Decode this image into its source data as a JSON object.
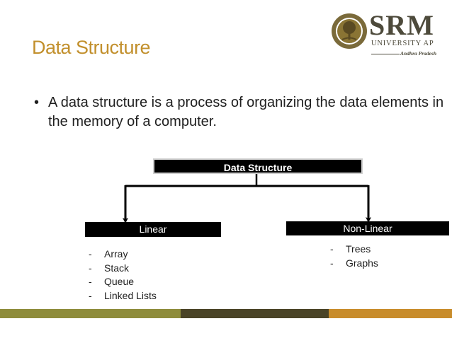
{
  "logo": {
    "name": "SRM",
    "subtitle": "UNIVERSITY AP",
    "location": "Andhra Pradesh"
  },
  "slide": {
    "title": "Data Structure",
    "bullet": "A data structure is  a process of organizing the data elements in the memory of a computer."
  },
  "diagram": {
    "root": "Data Structure",
    "linear": {
      "label": "Linear",
      "items": [
        "Array",
        "Stack",
        "Queue",
        "Linked Lists"
      ]
    },
    "nonlinear": {
      "label": "Non-Linear",
      "items": [
        "Trees",
        "Graphs"
      ]
    }
  },
  "colors": {
    "title": "#c2902d",
    "box": "#000000",
    "footer": [
      "#8e8c3b",
      "#4a4427",
      "#c88c2b"
    ]
  }
}
